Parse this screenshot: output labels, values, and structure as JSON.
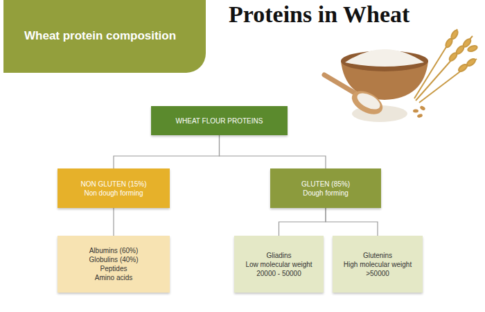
{
  "diagram": {
    "title": "Proteins in Wheat",
    "nodes": [
      {
        "text": [
          "Wheat protein composition"
        ]
      },
      {
        "text": [
          "WHEAT FLOUR PROTEINS"
        ]
      },
      {
        "text": [
          "NON GLUTEN (15%)",
          "Non dough forming"
        ]
      },
      {
        "text": [
          "GLUTEN (85%)",
          "Dough forming"
        ]
      },
      {
        "text": [
          "Albumins (60%)",
          "Globulins (40%)",
          "Peptides",
          "Amino acids"
        ]
      },
      {
        "text": [
          "Gliadins",
          "Low molecular weight 20000 - 50000"
        ]
      },
      {
        "text": [
          "Glutenins",
          "High molecular weight >50000"
        ]
      }
    ],
    "edges": [
      {
        "from": 1,
        "to": 2,
        "arrow": "none"
      },
      {
        "from": 1,
        "to": 3,
        "arrow": "none"
      },
      {
        "from": 2,
        "to": 4,
        "arrow": "none"
      },
      {
        "from": 3,
        "to": 5,
        "arrow": "none"
      },
      {
        "from": 3,
        "to": 6,
        "arrow": "none"
      }
    ]
  }
}
